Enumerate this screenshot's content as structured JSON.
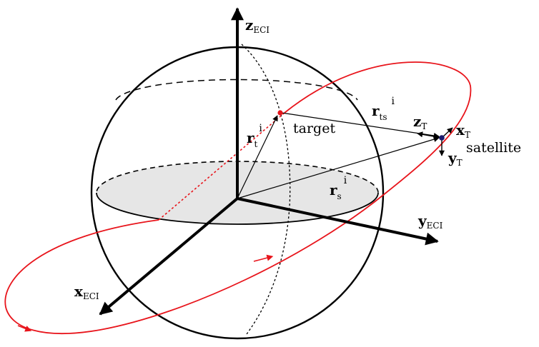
{
  "labels": {
    "z_axis": {
      "main": "z",
      "sub": "ECI"
    },
    "y_axis": {
      "main": "y",
      "sub": "ECI"
    },
    "x_axis": {
      "main": "x",
      "sub": "ECI"
    },
    "r_t": {
      "main": "r",
      "sub": "t",
      "sup": "i"
    },
    "r_s": {
      "main": "r",
      "sub": "s",
      "sup": "i"
    },
    "r_ts": {
      "main": "r",
      "sub": "ts",
      "sup": "i"
    },
    "target": "target",
    "satellite": "satellite",
    "z_T": {
      "main": "z",
      "sub": "T"
    },
    "x_T": {
      "main": "x",
      "sub": "T"
    },
    "y_T": {
      "main": "y",
      "sub": "T"
    }
  },
  "colors": {
    "orbit": "#e8141b",
    "equator_fill": "#e6e6e6",
    "target_point": "#e8141b",
    "satellite_point": "#1a1a6e",
    "lines": "#000000"
  }
}
